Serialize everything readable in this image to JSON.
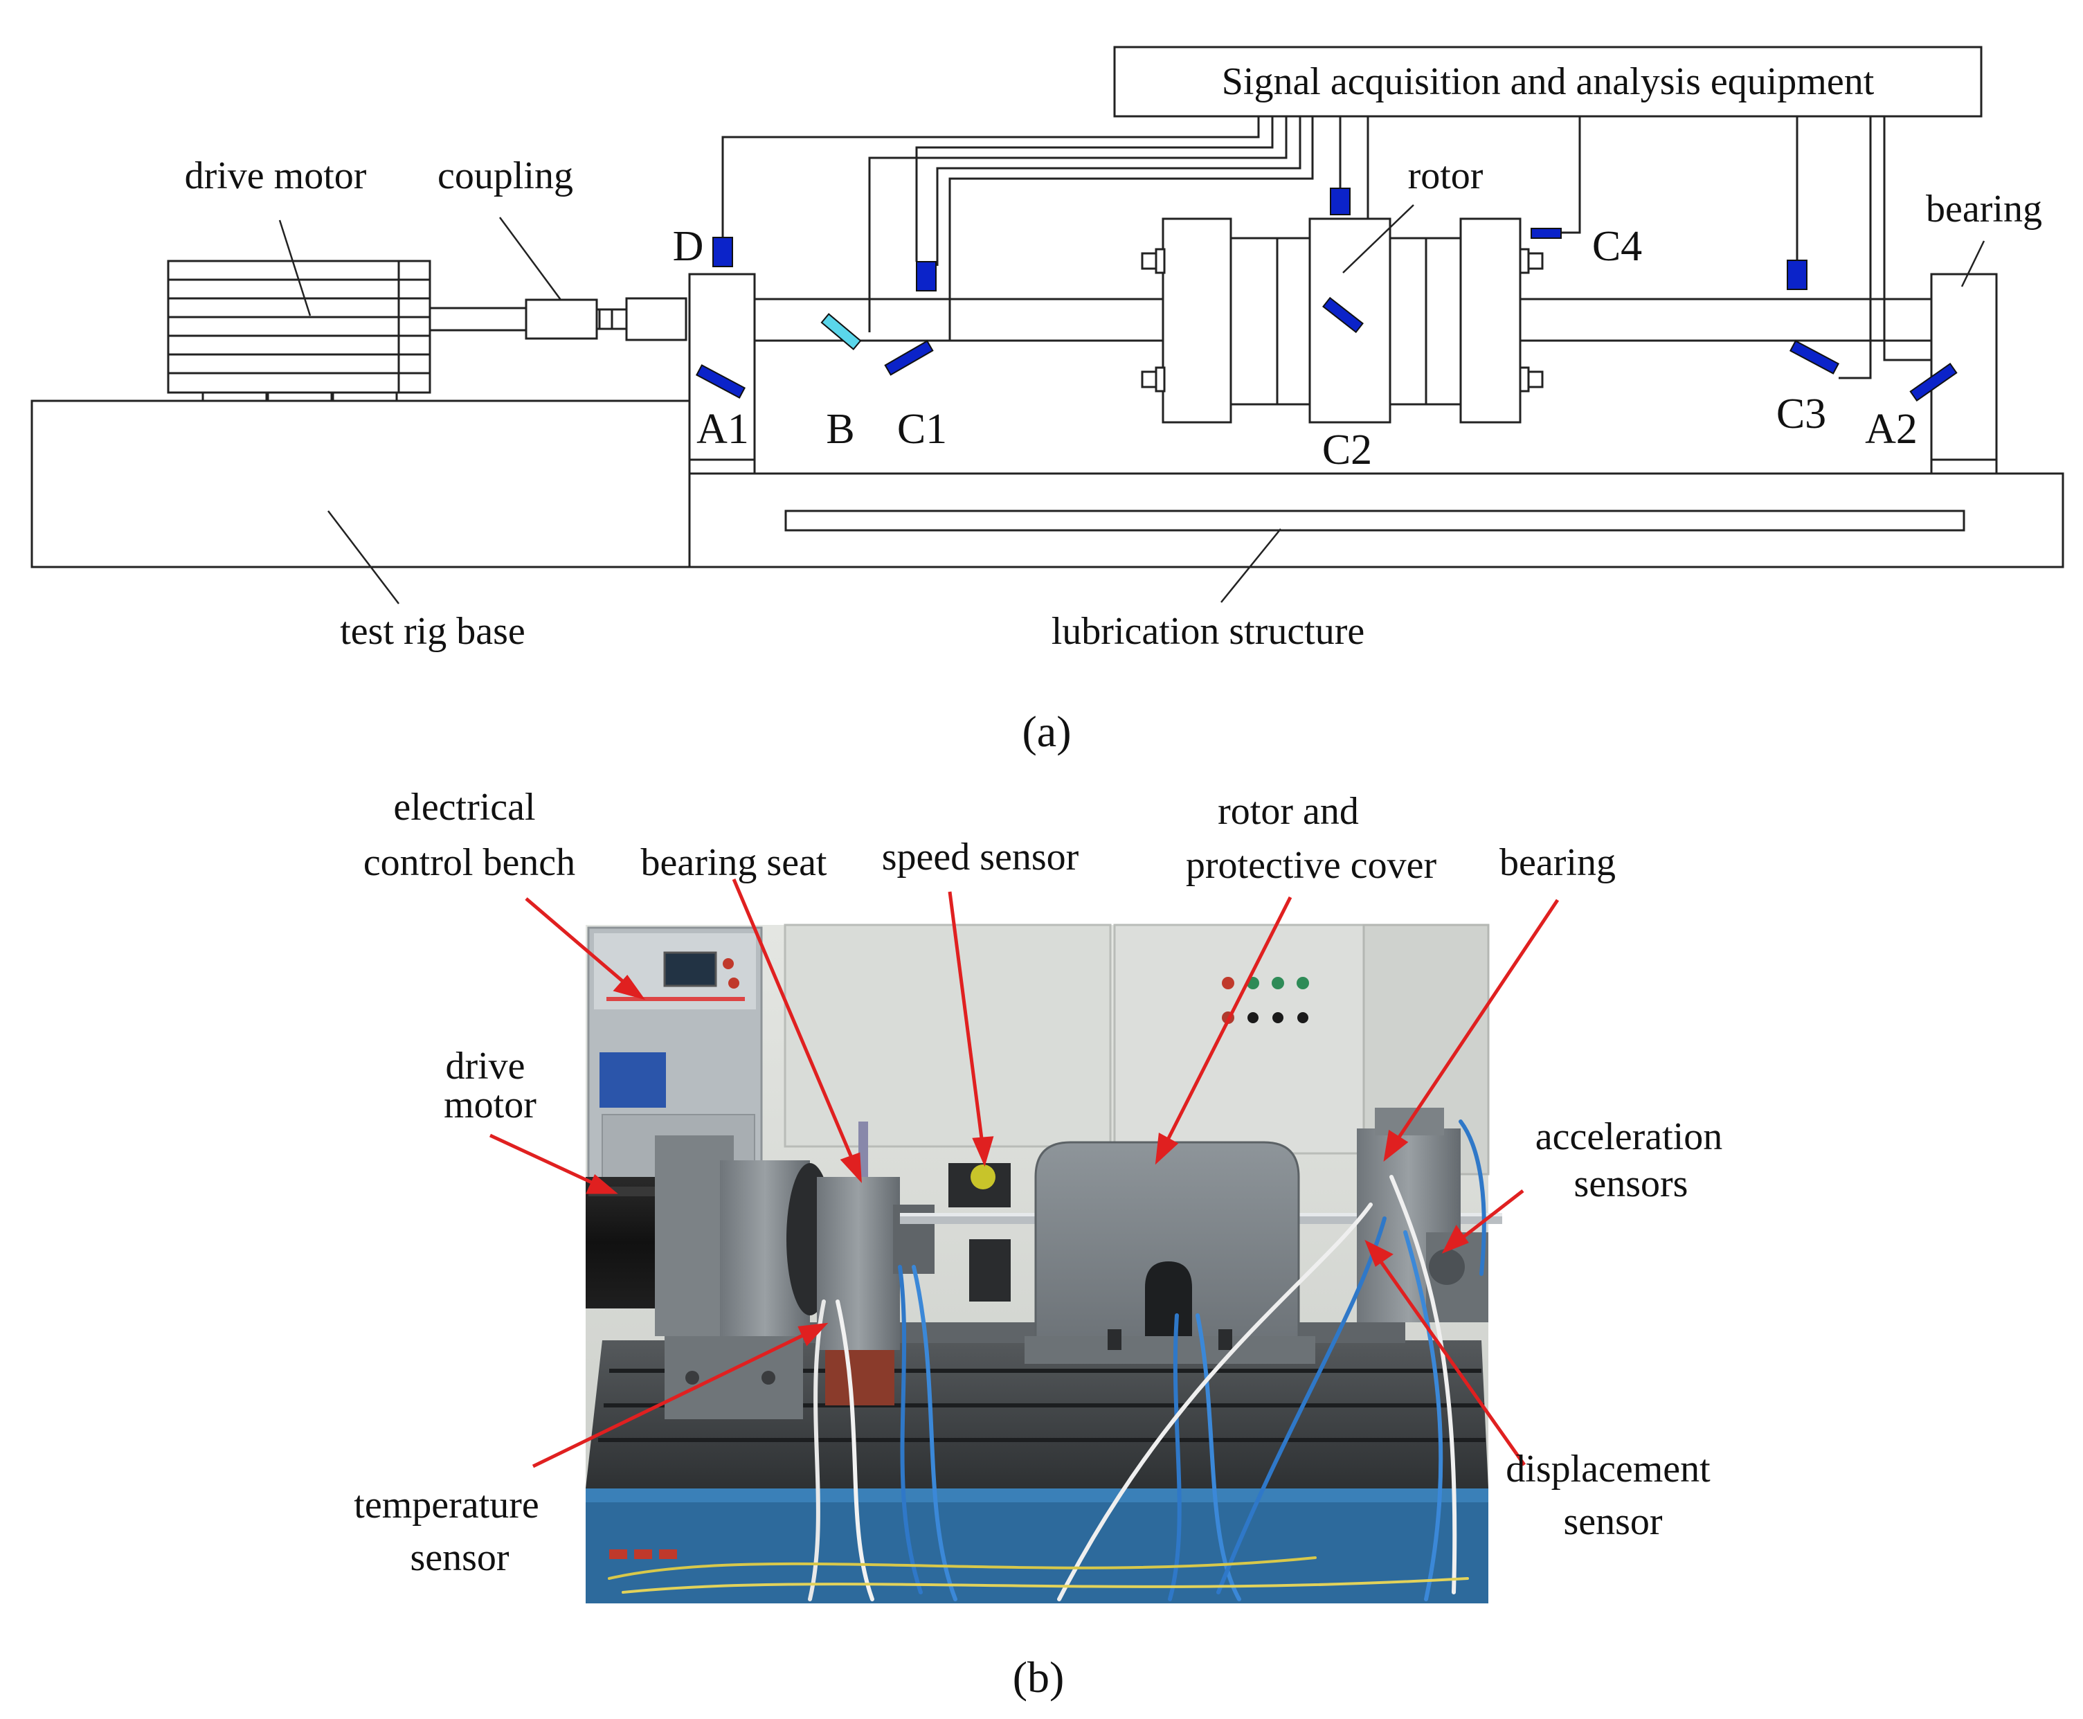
{
  "colors": {
    "line": "#222222",
    "sensor_blue": "#0b23c9",
    "sensor_cyan": "#5ad6ea",
    "annotation_red": "#e02020"
  },
  "schematic": {
    "equipment": "Signal acquisition and analysis equipment",
    "drive_motor": "drive motor",
    "coupling": "coupling",
    "rotor": "rotor",
    "bearing": "bearing",
    "test_rig_base": "test rig base",
    "lubrication_structure": "lubrication structure",
    "sensors": {
      "d": "D",
      "a1": "A1",
      "b": "B",
      "c1": "C1",
      "c2": "C2",
      "c3": "C3",
      "c4": "C4",
      "a2": "A2"
    }
  },
  "photo": {
    "electrical_control_bench": [
      "electrical",
      "control bench"
    ],
    "bearing_seat": "bearing seat",
    "speed_sensor": "speed sensor",
    "rotor_and_protective_cover": [
      "rotor and",
      "protective cover"
    ],
    "bearing": "bearing",
    "drive_motor": [
      "drive",
      "motor"
    ],
    "acceleration_sensors": [
      "acceleration",
      "sensors"
    ],
    "temperature_sensor": [
      "temperature",
      "sensor"
    ],
    "displacement_sensor": [
      "displacement",
      "sensor"
    ]
  },
  "captions": {
    "a": "(a)",
    "b": "(b)"
  }
}
